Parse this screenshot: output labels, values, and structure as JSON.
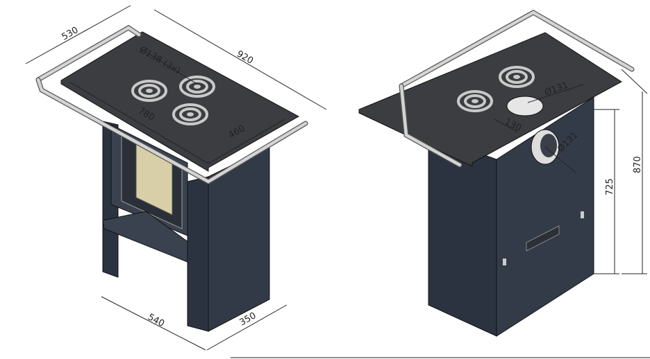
{
  "left_view": {
    "dimensions": {
      "depth_rail": "530",
      "width_rail": "920",
      "burner_diameter": "Ø138 (3x)",
      "plate_length": "780",
      "plate_depth": "460",
      "base_width": "540",
      "base_depth": "350"
    }
  },
  "right_view": {
    "dimensions": {
      "top_flue_diameter": "Ø131",
      "top_flue_offset": "130",
      "rear_flue_diameter": "Ø131",
      "rear_flue_height": "725",
      "total_height": "870"
    }
  },
  "colors": {
    "body": "#2e3440",
    "plate": "#3b3d41",
    "rail": "#d4d4d4",
    "glass": "#d8cfa8"
  }
}
